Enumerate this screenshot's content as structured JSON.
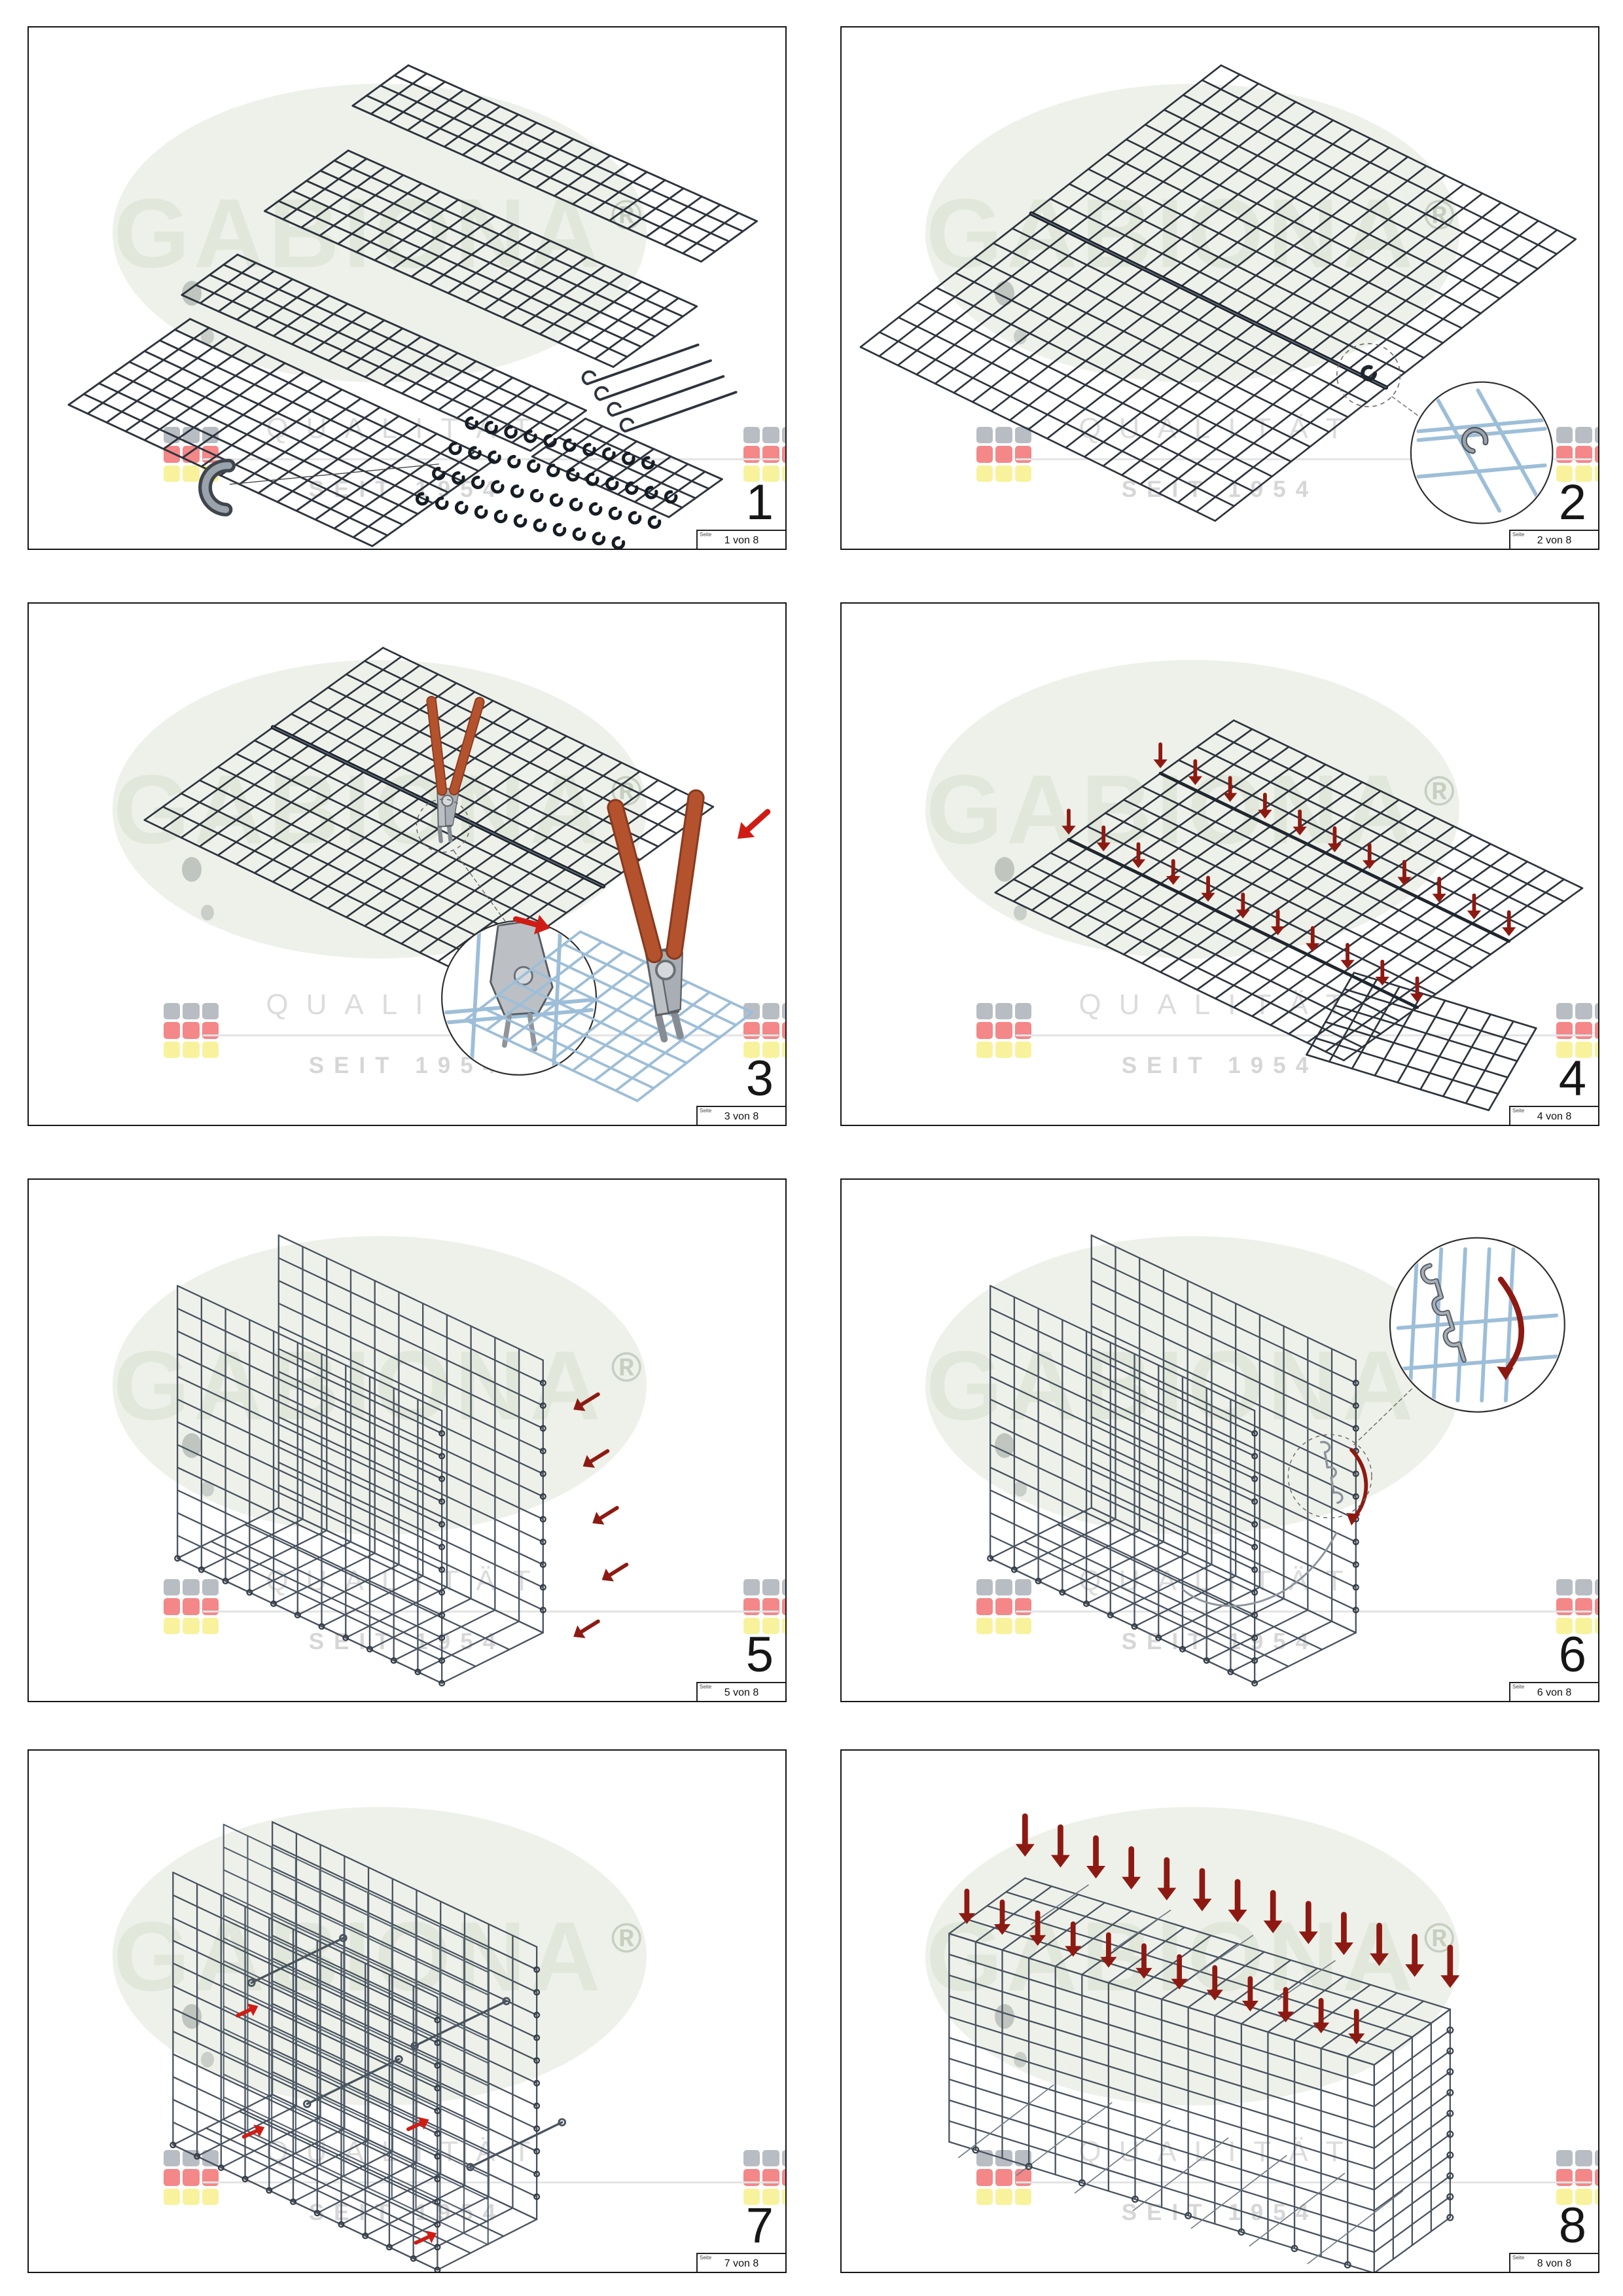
{
  "watermark": {
    "brand": "GABIONA",
    "registered": "®",
    "quality_line": "QUALITÄT",
    "since_line": "SEIT 1954",
    "flag_colors": [
      "#9aa1ab",
      "#f05455",
      "#f7ec74"
    ]
  },
  "page_label": "Seite",
  "colors": {
    "mesh_dark": "#2e343d",
    "mesh_basket": "#49535f",
    "mesh_divider": "#57626e",
    "wire_blue": "#9dbed8",
    "arrow_dark_red": "#8d1a12",
    "arrow_bright_red": "#cf1d15",
    "plier_handle_orange": "#b5522e",
    "plier_head_gray": "#bcc0c5",
    "clip_gray": "#9aa2ab"
  },
  "panels": [
    {
      "number": "1",
      "page": "1 von 8"
    },
    {
      "number": "2",
      "page": "2 von 8"
    },
    {
      "number": "3",
      "page": "3 von 8"
    },
    {
      "number": "4",
      "page": "4 von 8"
    },
    {
      "number": "5",
      "page": "5 von 8"
    },
    {
      "number": "6",
      "page": "6 von 8"
    },
    {
      "number": "7",
      "page": "7 von 8"
    },
    {
      "number": "8",
      "page": "8 von 8"
    }
  ]
}
